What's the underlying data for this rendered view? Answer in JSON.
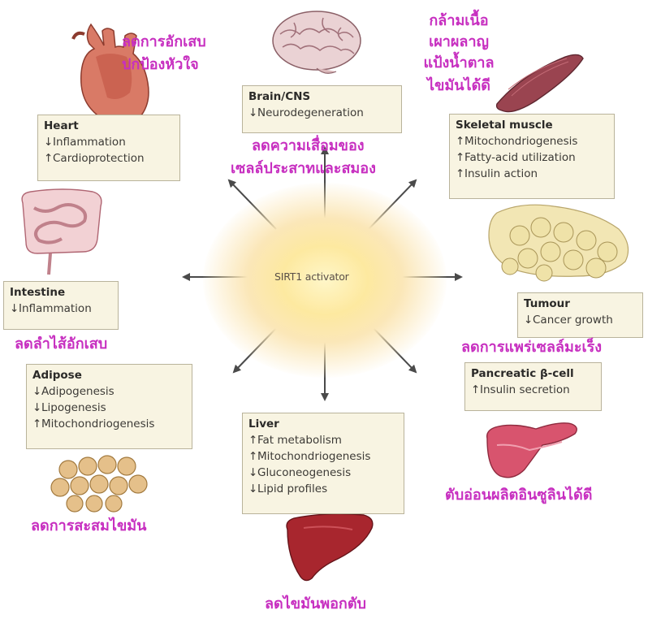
{
  "center": {
    "label": "SIRT1 activator"
  },
  "organs": {
    "heart": {
      "title": "Heart",
      "effects": [
        {
          "arrow": "↓",
          "text": "Inflammation"
        },
        {
          "arrow": "↑",
          "text": "Cardioprotection"
        }
      ],
      "thai": [
        "ลดการอักเสบ",
        "ปกป้องหัวใจ"
      ]
    },
    "brain": {
      "title": "Brain/CNS",
      "effects": [
        {
          "arrow": "↓",
          "text": "Neurodegeneration"
        }
      ],
      "thai": [
        "ลดความเสื่อมของ",
        "เซลล์ประสาทและสมอง"
      ]
    },
    "muscle": {
      "title": "Skeletal muscle",
      "effects": [
        {
          "arrow": "↑",
          "text": "Mitochondriogenesis"
        },
        {
          "arrow": "↑",
          "text": "Fatty-acid utilization"
        },
        {
          "arrow": "↑",
          "text": "Insulin action"
        }
      ],
      "thai": [
        "กล้ามเนื้อ",
        "เผาผลาญ",
        "แป้งน้ำตาล",
        "ไขมันได้ดี"
      ]
    },
    "intestine": {
      "title": "Intestine",
      "effects": [
        {
          "arrow": "↓",
          "text": "Inflammation"
        }
      ],
      "thai": [
        "ลดลำไส้อักเสบ"
      ]
    },
    "tumour": {
      "title": "Tumour",
      "effects": [
        {
          "arrow": "↓",
          "text": "Cancer growth"
        }
      ],
      "thai": [
        "ลดการแพร่เซลล์มะเร็ง"
      ]
    },
    "adipose": {
      "title": "Adipose",
      "effects": [
        {
          "arrow": "↓",
          "text": "Adipogenesis"
        },
        {
          "arrow": "↓",
          "text": "Lipogenesis"
        },
        {
          "arrow": "↑",
          "text": "Mitochondriogenesis"
        }
      ],
      "thai": [
        "ลดการสะสมไขมัน"
      ]
    },
    "liver": {
      "title": "Liver",
      "effects": [
        {
          "arrow": "↑",
          "text": "Fat metabolism"
        },
        {
          "arrow": "↑",
          "text": "Mitochondriogenesis"
        },
        {
          "arrow": "↓",
          "text": "Gluconeogenesis"
        },
        {
          "arrow": "↓",
          "text": "Lipid profiles"
        }
      ],
      "thai": [
        "ลดไขมันพอกตับ"
      ]
    },
    "pancreas": {
      "title": "Pancreatic β-cell",
      "effects": [
        {
          "arrow": "↑",
          "text": "Insulin secretion"
        }
      ],
      "thai": [
        "ตับอ่อนผลิตอินซูลินได้ดี"
      ]
    }
  },
  "colors": {
    "thai_annotation": "#c72fc0",
    "box_fill": "#f8f4e2",
    "box_border": "#b9b39b",
    "arrow": "#4a4a4a"
  }
}
